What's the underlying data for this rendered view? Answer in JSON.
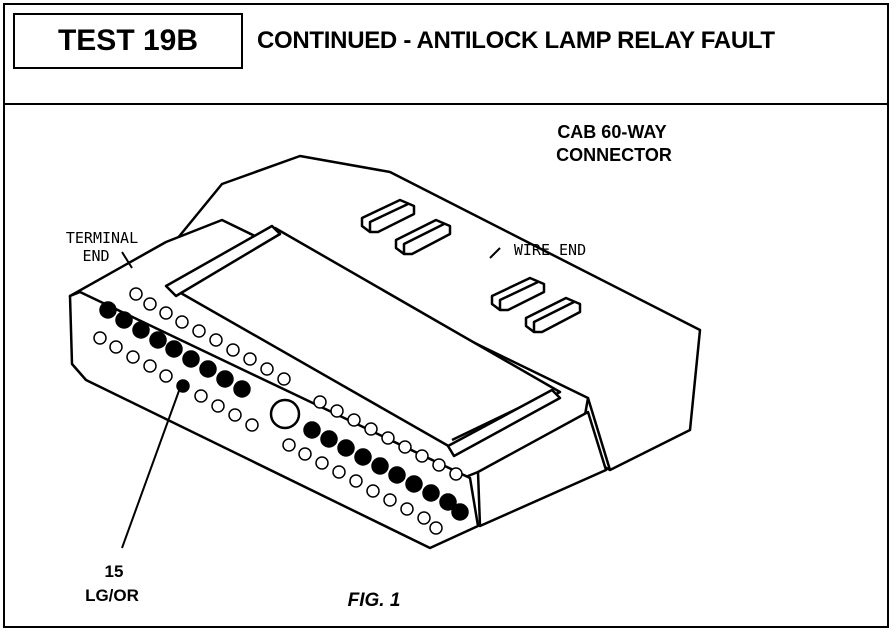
{
  "header": {
    "test_label": "TEST 19B",
    "title": "CONTINUED - ANTILOCK LAMP RELAY FAULT"
  },
  "diagram": {
    "connector_name_line1": "CAB 60-WAY",
    "connector_name_line2": "CONNECTOR",
    "terminal_end_line1": "TERMINAL",
    "terminal_end_line2": "END",
    "wire_end": "WIRE END",
    "pin_callout_number": "15",
    "pin_callout_color": "LG/OR",
    "figure_caption": "FIG. 1"
  }
}
